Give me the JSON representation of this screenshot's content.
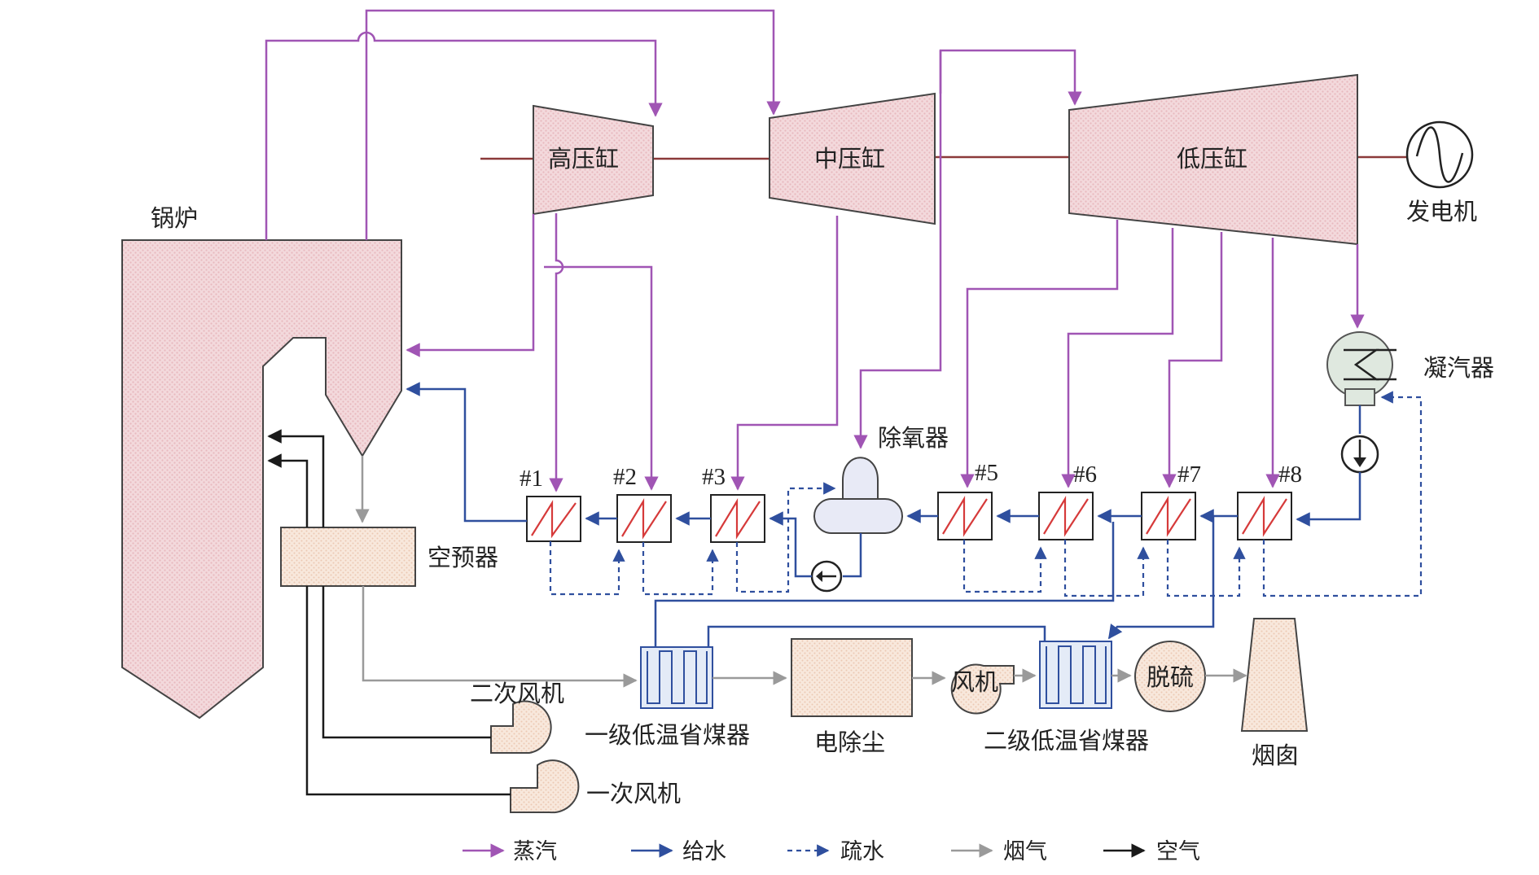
{
  "labels": {
    "boiler": "锅炉",
    "hp_turbine": "高压缸",
    "ip_turbine": "中压缸",
    "lp_turbine": "低压缸",
    "generator": "发电机",
    "condenser": "凝汽器",
    "deaerator": "除氧器",
    "air_preheater": "空预器",
    "secondary_fan": "二次风机",
    "primary_fan": "一次风机",
    "economizer_1": "一级低温省煤器",
    "esp": "电除尘",
    "fan": "风机",
    "economizer_2": "二级低温省煤器",
    "fgd": "脱硫",
    "chimney": "烟囱"
  },
  "heaters": [
    "#1",
    "#2",
    "#3",
    "#5",
    "#6",
    "#7",
    "#8"
  ],
  "legend": [
    {
      "label": "蒸汽",
      "color": "#a055b4",
      "style": "solid"
    },
    {
      "label": "给水",
      "color": "#2f4f9e",
      "style": "solid"
    },
    {
      "label": "疏水",
      "color": "#2f4f9e",
      "style": "dashed"
    },
    {
      "label": "烟气",
      "color": "#9a9a9a",
      "style": "solid"
    },
    {
      "label": "空气",
      "color": "#1a1a1a",
      "style": "solid"
    }
  ],
  "colors": {
    "steam": "#a055b4",
    "feedwater": "#2f4f9e",
    "drain": "#2f4f9e",
    "flue_gas": "#9a9a9a",
    "air": "#1a1a1a",
    "shaft": "#8b3a3a",
    "fill_pink": "#f2dede",
    "fill_peach": "#f7e6d8",
    "fill_blue": "#e4ebf7"
  }
}
